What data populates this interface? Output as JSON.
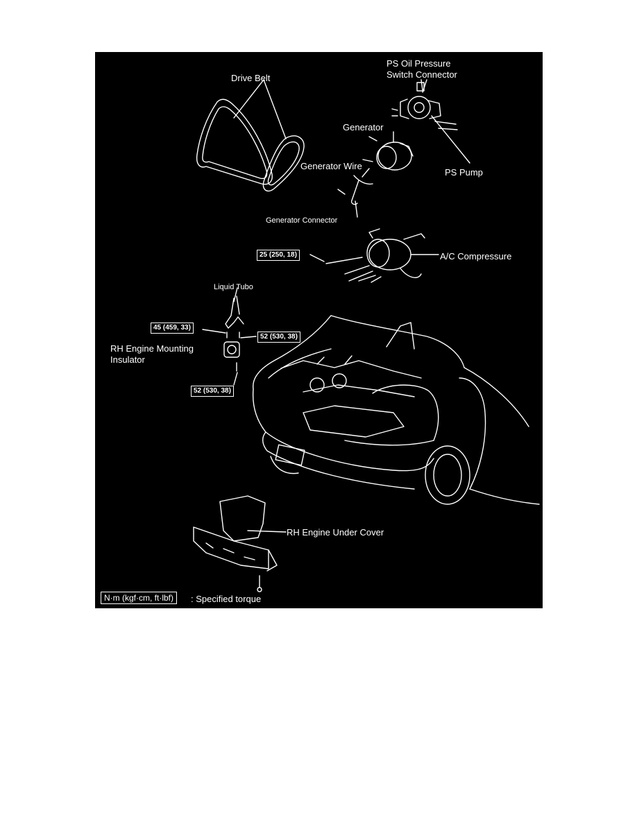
{
  "diagram": {
    "labels": {
      "drive_belt": "Drive Belt",
      "ps_oil_pressure_1": "PS Oil Pressure",
      "ps_oil_pressure_2": "Switch Connector",
      "generator": "Generator",
      "generator_wire": "Generator Wire",
      "ps_pump": "PS Pump",
      "generator_connector": "Generator Connector",
      "ac_compressor": "A/C Compressure",
      "liquid_tube": "Liquid Tubo",
      "rh_mount_1": "RH Engine Mounting",
      "rh_mount_2": "Insulator",
      "rh_under_cover": "RH Engine Under Cover"
    },
    "torques": {
      "compressor_bolt": "25 (250, 18)",
      "mount_upper_left": "45 (459, 33)",
      "mount_upper_right": "52 (530, 38)",
      "mount_lower": "52 (530, 38)"
    },
    "legend": {
      "unit": "N·m (kgf·cm, ft·lbf)",
      "text": ": Specified torque"
    },
    "colors": {
      "background": "#000000",
      "line": "#ffffff"
    }
  }
}
